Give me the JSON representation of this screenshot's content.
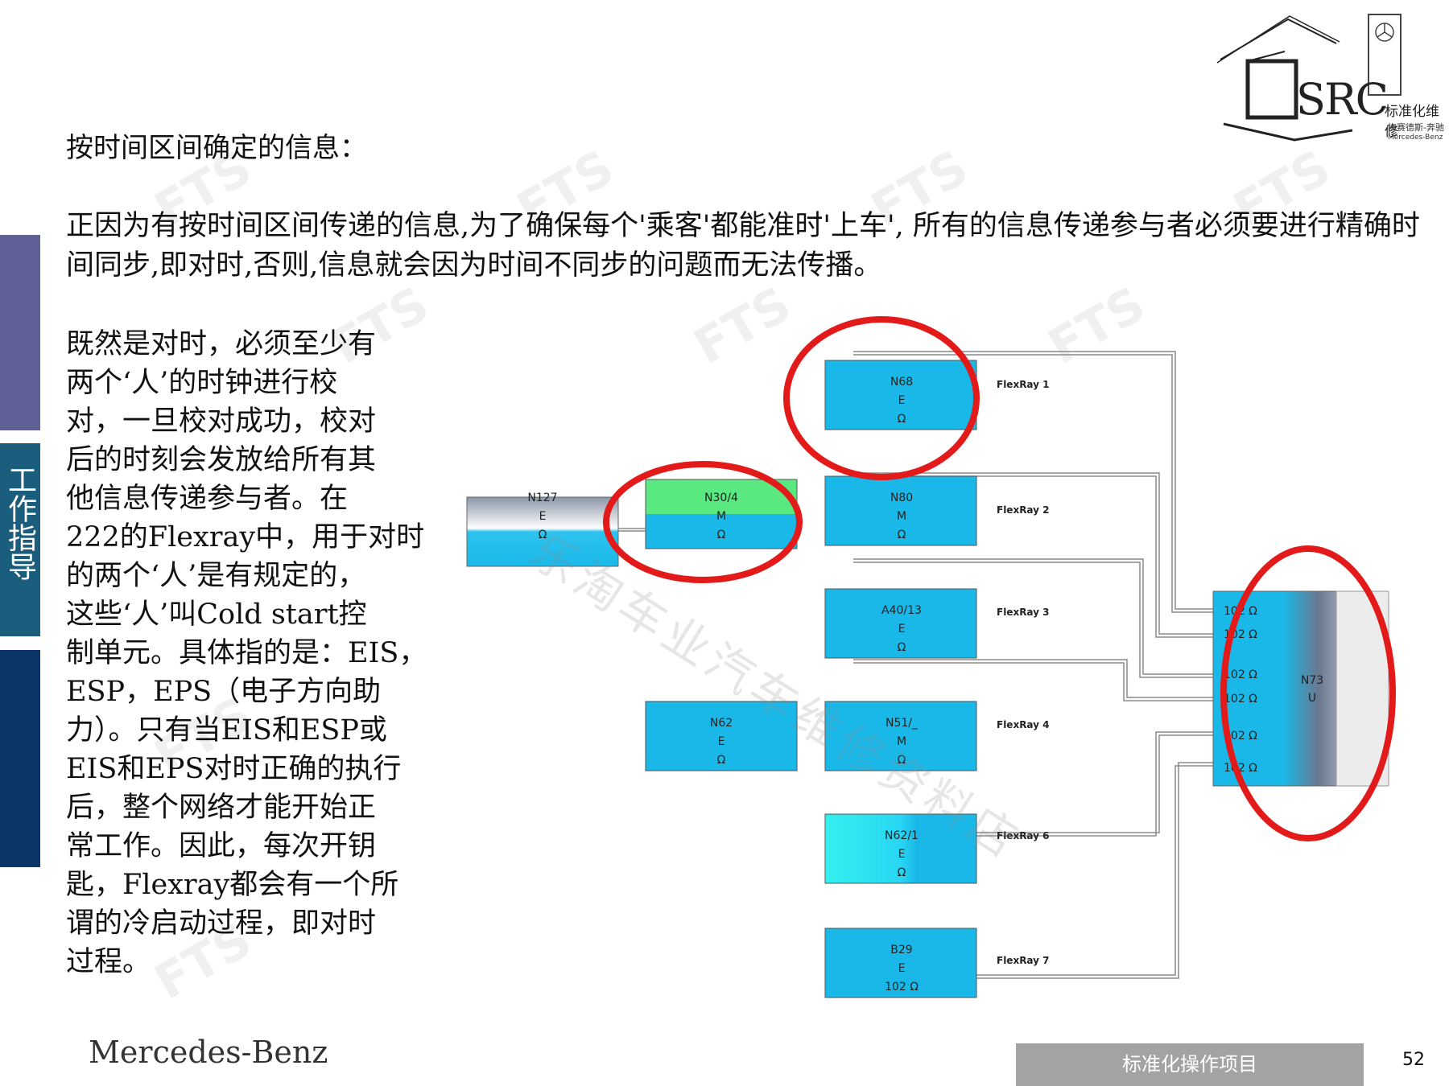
{
  "sidebar": {
    "label": "工作指导"
  },
  "logo": {
    "brand": "SRC",
    "cn_title": "标准化维修",
    "cn_sub": "梅赛德斯-奔驰",
    "en_sub": "Mercedes-Benz"
  },
  "heading": "按时间区间确定的信息：",
  "paragraph1": "正因为有按时间区间传递的信息,为了确保每个'乘客'都能准时'上车', 所有的信息传递参与者必须要进行精确时间同步,即对时,否则,信息就会因为时间不同步的问题而无法传播。",
  "paragraph2_lines": [
    "既然是对时，必须至少有",
    "两个‘人’的时钟进行校",
    "对，一旦校对成功，校对",
    "后的时刻会发放给所有其",
    "他信息传递参与者。在",
    "222的Flexray中，用于对时",
    "的两个‘人’是有规定的，",
    "这些‘人’叫Cold start控",
    "制单元。具体指的是：EIS，",
    "ESP，EPS（电子方向助",
    "力）。只有当EIS和ESP或",
    "EIS和EPS对时正确的执行",
    "后，整个网络才能开始正",
    "常工作。因此，每次开钥",
    "匙，Flexray都会有一个所",
    "谓的冷启动过程，即对时",
    "过程。"
  ],
  "diagram": {
    "modules": [
      {
        "id": "N127",
        "lines": [
          "N127",
          "E",
          "Ω"
        ]
      },
      {
        "id": "N30_4",
        "lines": [
          "N30/4",
          "M",
          "Ω"
        ]
      },
      {
        "id": "N68",
        "lines": [
          "N68",
          "E",
          "Ω"
        ]
      },
      {
        "id": "N80",
        "lines": [
          "N80",
          "M",
          "Ω"
        ]
      },
      {
        "id": "A40_13",
        "lines": [
          "A40/13",
          "E",
          "Ω"
        ]
      },
      {
        "id": "N62",
        "lines": [
          "N62",
          "E",
          "Ω"
        ]
      },
      {
        "id": "N51",
        "lines": [
          "N51/_",
          "M",
          "Ω"
        ]
      },
      {
        "id": "N62_1",
        "lines": [
          "N62/1",
          "E",
          "Ω"
        ]
      },
      {
        "id": "B29",
        "lines": [
          "B29",
          "E",
          "102 Ω"
        ]
      }
    ],
    "branches": [
      "FlexRay 1",
      "FlexRay 2",
      "FlexRay 3",
      "FlexRay 4",
      "FlexRay 6",
      "FlexRay 7"
    ],
    "star": {
      "lines": [
        "N73",
        "U"
      ],
      "terminations": [
        "102 Ω",
        "102 Ω",
        "102 Ω",
        "102 Ω",
        "102 Ω",
        "102 Ω"
      ]
    }
  },
  "watermark": {
    "fts": "FTS",
    "cn": "乐淘车业汽车维修资料店"
  },
  "footer": {
    "brand": "Mercedes-Benz",
    "tag": "标准化操作项目",
    "page": "52"
  },
  "colors": {
    "module_fill": "#1ab8e8",
    "highlight": "#e31a1a",
    "bar1": "#5f6096",
    "bar2": "#1b5d7c",
    "bar3": "#0a3566"
  }
}
